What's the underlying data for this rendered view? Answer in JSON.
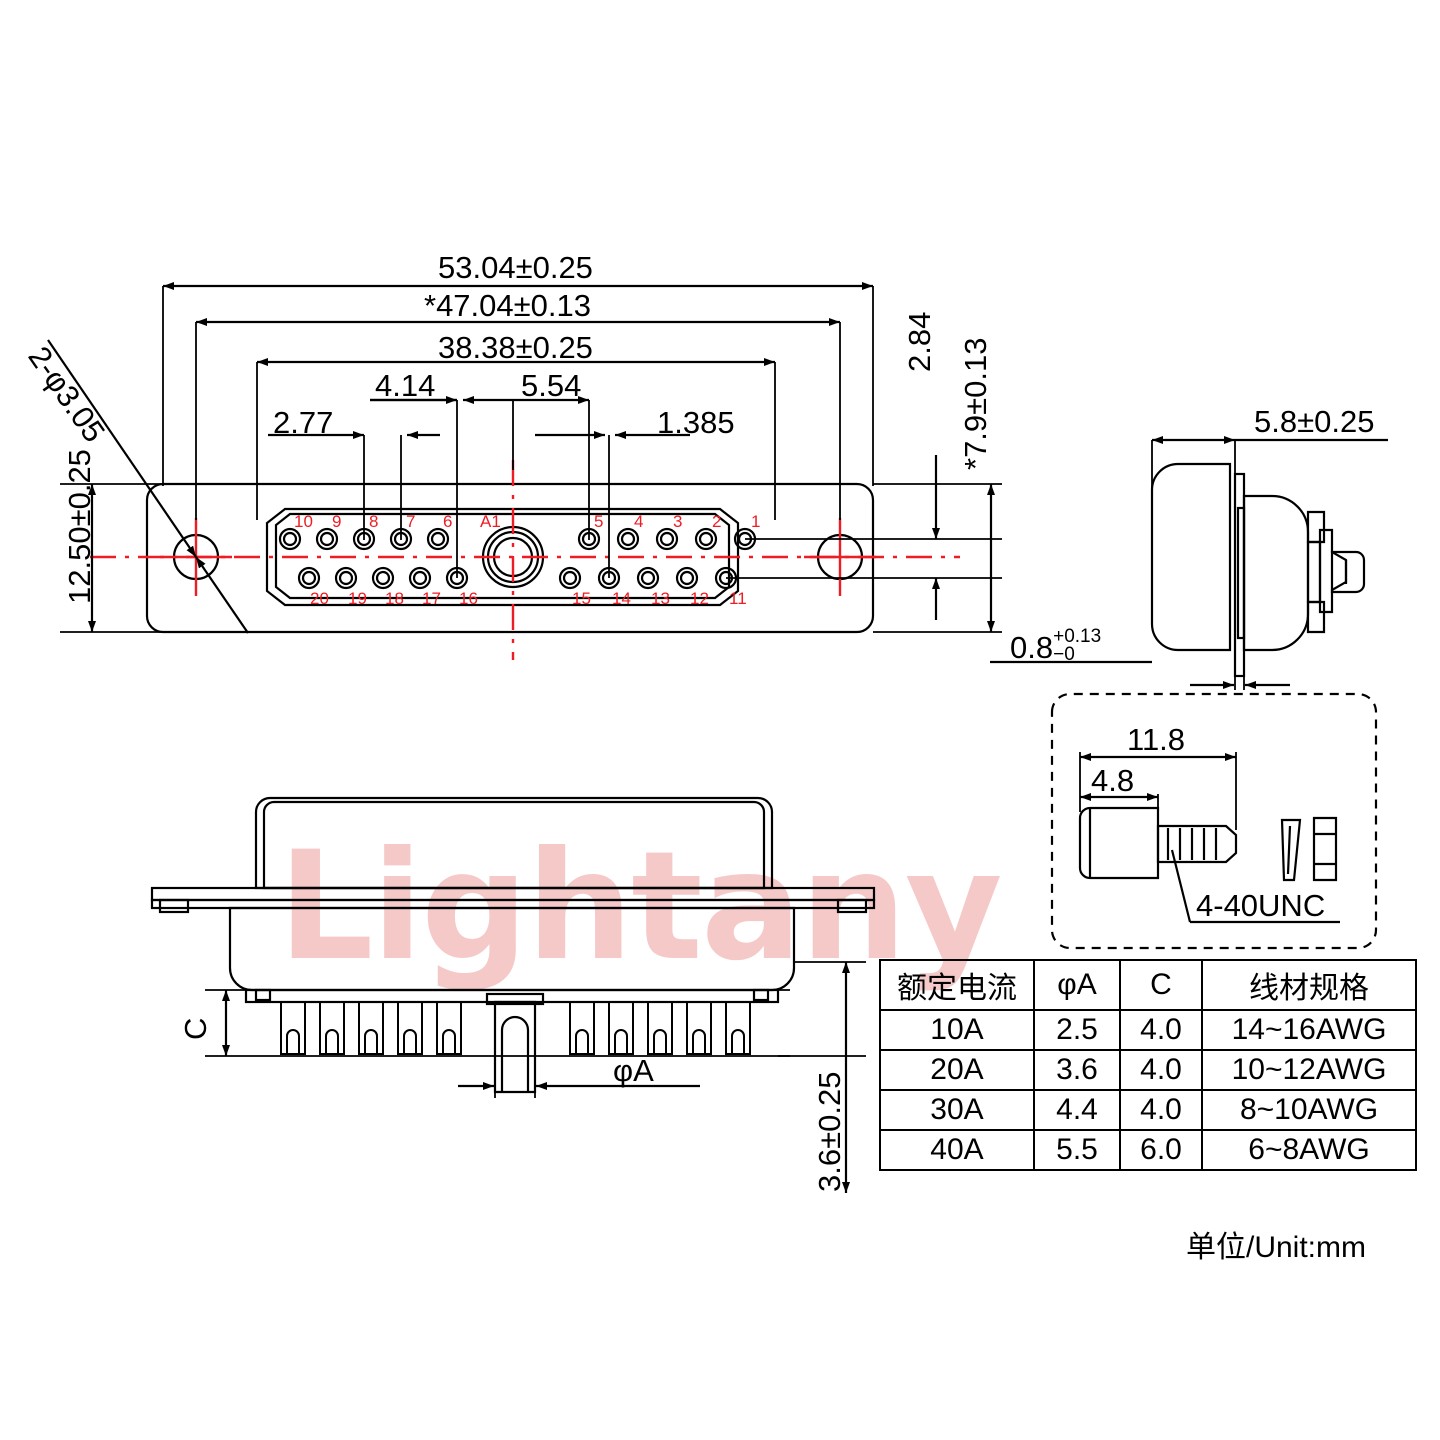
{
  "drawing": {
    "watermark": "Lightany",
    "unit_note": "单位/Unit:mm"
  },
  "front_view": {
    "dimensions": {
      "overall_width": "53.04±0.25",
      "mount_hole_span": "*47.04±0.13",
      "pin_field_width": "38.38±0.25",
      "d_414": "4.14",
      "d_554": "5.54",
      "d_277": "2.77",
      "d_1385": "1.385",
      "overall_height": "12.50±0.25",
      "vert_284": "2.84",
      "vert_79": "*7.9±0.13",
      "hole_callout": "2-φ3.05"
    },
    "pins": {
      "top_left": [
        "10",
        "9",
        "8",
        "7",
        "6"
      ],
      "center": "A1",
      "top_right": [
        "5",
        "4",
        "3",
        "2",
        "1"
      ],
      "bottom_left": [
        "20",
        "19",
        "18",
        "17",
        "16"
      ],
      "bottom_right": [
        "15",
        "14",
        "13",
        "12",
        "11"
      ]
    }
  },
  "side_view": {
    "dimensions": {
      "depth": "5.8±0.25",
      "flange_thickness_value": "0.8",
      "flange_tol_upper": "+0.13",
      "flange_tol_lower": "−0"
    }
  },
  "bottom_view": {
    "dimensions": {
      "pin_height": "C",
      "pin_diameter": "φA",
      "body_height": "3.6±0.25"
    }
  },
  "screw_detail": {
    "dimensions": {
      "total_length": "11.8",
      "head_length": "4.8"
    },
    "thread_label": "4-40UNC"
  },
  "spec_table": {
    "headers": [
      "额定电流",
      "φA",
      "C",
      "线材规格"
    ],
    "rows": [
      [
        "10A",
        "2.5",
        "4.0",
        "14~16AWG"
      ],
      [
        "20A",
        "3.6",
        "4.0",
        "10~12AWG"
      ],
      [
        "30A",
        "4.4",
        "4.0",
        "8~10AWG"
      ],
      [
        "40A",
        "5.5",
        "6.0",
        "6~8AWG"
      ]
    ]
  },
  "colors": {
    "line": "#000000",
    "centerline": "#ee1c24",
    "pin_label": "#ee1c24",
    "watermark": "#f6c9c9"
  }
}
